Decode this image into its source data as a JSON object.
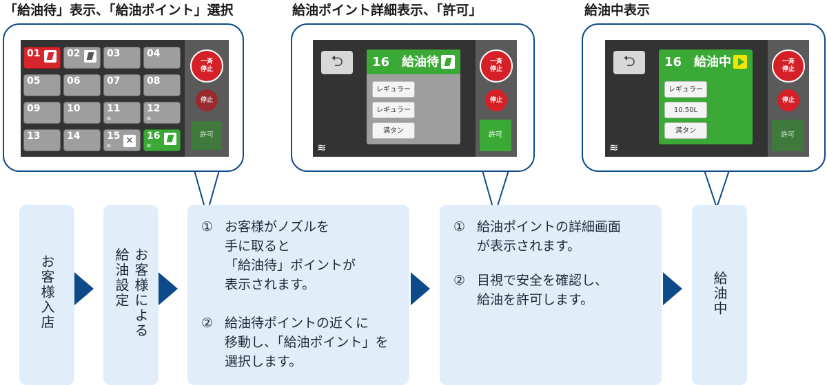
{
  "headings": {
    "left": "「給油待」表示、「給油ポイント」選択",
    "middle": "給油ポイント詳細表示、「許可」",
    "right": "給油中表示"
  },
  "screen1": {
    "tiles": [
      {
        "num": "01",
        "state": "red",
        "icon": "nozzle-icon"
      },
      {
        "num": "02",
        "state": "gray",
        "icon": "nozzle-icon"
      },
      {
        "num": "03",
        "state": "gray"
      },
      {
        "num": "04",
        "state": "gray"
      },
      {
        "num": "05",
        "state": "gray"
      },
      {
        "num": "06",
        "state": "gray"
      },
      {
        "num": "07",
        "state": "gray"
      },
      {
        "num": "08",
        "state": "gray"
      },
      {
        "num": "09",
        "state": "gray"
      },
      {
        "num": "10",
        "state": "gray"
      },
      {
        "num": "11",
        "state": "gray",
        "wifi": true
      },
      {
        "num": "12",
        "state": "gray",
        "wifi": true
      },
      {
        "num": "13",
        "state": "gray"
      },
      {
        "num": "14",
        "state": "gray"
      },
      {
        "num": "15",
        "state": "gray",
        "wifi": true,
        "icon": "x-icon"
      },
      {
        "num": "16",
        "state": "green",
        "wifi": true,
        "icon": "nozzle-icon"
      }
    ],
    "allstop": "一斉\n停止",
    "stop": "停止",
    "permit": "許可"
  },
  "screen2": {
    "back": "⮌",
    "title": "16　給油待",
    "rows": [
      "レギュラー",
      "レギュラー",
      "満タン"
    ],
    "allstop": "一斉\n停止",
    "stop": "停止",
    "permit": "許可"
  },
  "screen3": {
    "back": "⮌",
    "title": "16　給油中",
    "rows": [
      "レギュラー",
      "10.50L",
      "満タン"
    ],
    "allstop": "一斉\n停止",
    "stop": "停止",
    "permit": "許可"
  },
  "flow": {
    "box1": "お客様入店",
    "box2": [
      "お客様による",
      "給油設定"
    ],
    "box3": {
      "step1_num": "①",
      "step1": [
        "お客様がノズルを",
        "手に取ると",
        "「給油待」ポイントが",
        "表示されます。"
      ],
      "step2_num": "②",
      "step2": [
        "給油待ポイントの近くに",
        "移動し、「給油ポイント」を",
        "選択します。"
      ]
    },
    "box4": {
      "step1_num": "①",
      "step1": [
        "給油ポイントの詳細画面",
        "が表示されます。"
      ],
      "step2_num": "②",
      "step2": [
        "目視で安全を確認し、",
        "給油を許可します。"
      ]
    },
    "box5": "給油中"
  },
  "colors": {
    "bubble_border": "#0d4a8a",
    "arrow": "#0d4a8a",
    "flow_box": "#e1eef9",
    "green": "#3aa935",
    "red": "#d6252b"
  }
}
